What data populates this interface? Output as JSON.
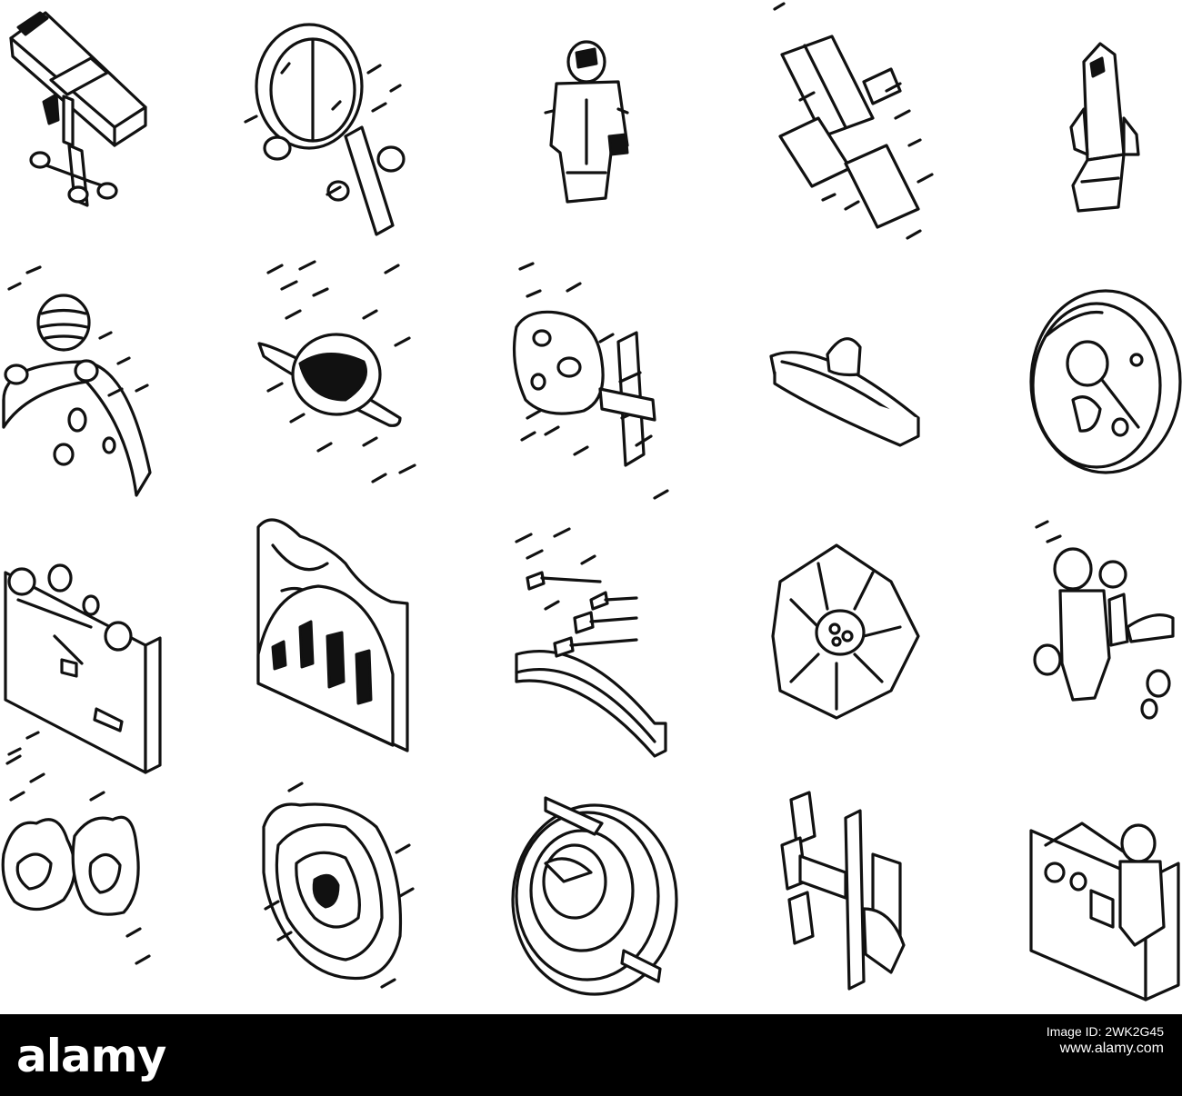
{
  "watermark": {
    "brand": "alamy",
    "image_id_label": "Image ID: 2WK2G45",
    "website": "www.alamy.com"
  },
  "icon_set": [
    [
      "telescope-icon",
      "magnifier-planet-icon",
      "astronaut-icon",
      "space-station-icon",
      "space-shuttle-icon"
    ],
    [
      "moon-surface-planet-icon",
      "black-hole-icon",
      "asteroid-satellite-icon",
      "ufo-icon",
      "research-lens-icon"
    ],
    [
      "lunar-crater-map-icon",
      "space-colony-dome-icon",
      "meteor-shower-icon",
      "solar-panel-ring-icon",
      "astronaut-landing-icon"
    ],
    [
      "space-debris-rocks-icon",
      "nebula-galaxy-icon",
      "orbit-ring-icon",
      "solar-array-station-icon",
      "space-tourism-icon"
    ]
  ],
  "colors": {
    "line": "#111111",
    "background": "#ffffff",
    "footer": "#000000",
    "footer_text": "#ffffff"
  }
}
